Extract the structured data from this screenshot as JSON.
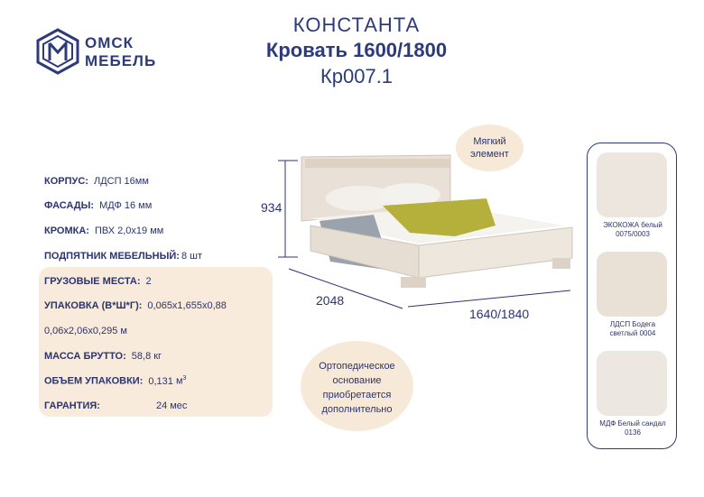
{
  "brand": {
    "line1": "ОМСК",
    "line2": "МЕБЕЛЬ"
  },
  "title": {
    "collection": "КОНСТАНТА",
    "product": "Кровать 1600/1800",
    "code": "Кр007.1"
  },
  "specs": [
    {
      "label": "КОРПУС:",
      "value": "ЛДСП 16мм"
    },
    {
      "label": "ФАСАДЫ:",
      "value": "МДФ 16 мм"
    },
    {
      "label": "КРОМКА:",
      "value": "ПВХ 2,0х19 мм"
    },
    {
      "label": "ПОДПЯТНИК МЕБЕЛЬНЫЙ:",
      "value": "8 шт"
    }
  ],
  "packing": {
    "places_label": "ГРУЗОВЫЕ МЕСТА:",
    "places_value": "2",
    "pack_label": "УПАКОВКА (В*Ш*Г):",
    "pack_value1": "0,065х1,655х0,88",
    "pack_value2": "0,06х2,06х0,295 м",
    "mass_label": "МАССА БРУТТО:",
    "mass_value": "58,8 кг",
    "volume_label": "ОБЪЕМ УПАКОВКИ:",
    "volume_value": "0,131",
    "volume_unit": "м",
    "volume_sup": "3",
    "warranty_label": "ГАРАНТИЯ:",
    "warranty_value": "24 мес"
  },
  "bubble": {
    "line1": "Мягкий",
    "line2": "элемент"
  },
  "dimensions": {
    "height": "934",
    "length": "2048",
    "width": "1640/1840"
  },
  "note": {
    "line1": "Ортопедическое",
    "line2": "основание",
    "line3": "приобретается",
    "line4": "дополнительно"
  },
  "swatches": [
    {
      "line1": "ЭКОКОЖА белый",
      "line2": "0075/0003",
      "color": "#ece6de"
    },
    {
      "line1": "ЛДСП Бодега",
      "line2": "светлый 0004",
      "color": "#e9e0d6"
    },
    {
      "line1": "МДФ Белый сандал",
      "line2": "0136",
      "color": "#ece7e1"
    }
  ],
  "colors": {
    "brand": "#2d3b7a",
    "peach": "#f8ebdb"
  }
}
